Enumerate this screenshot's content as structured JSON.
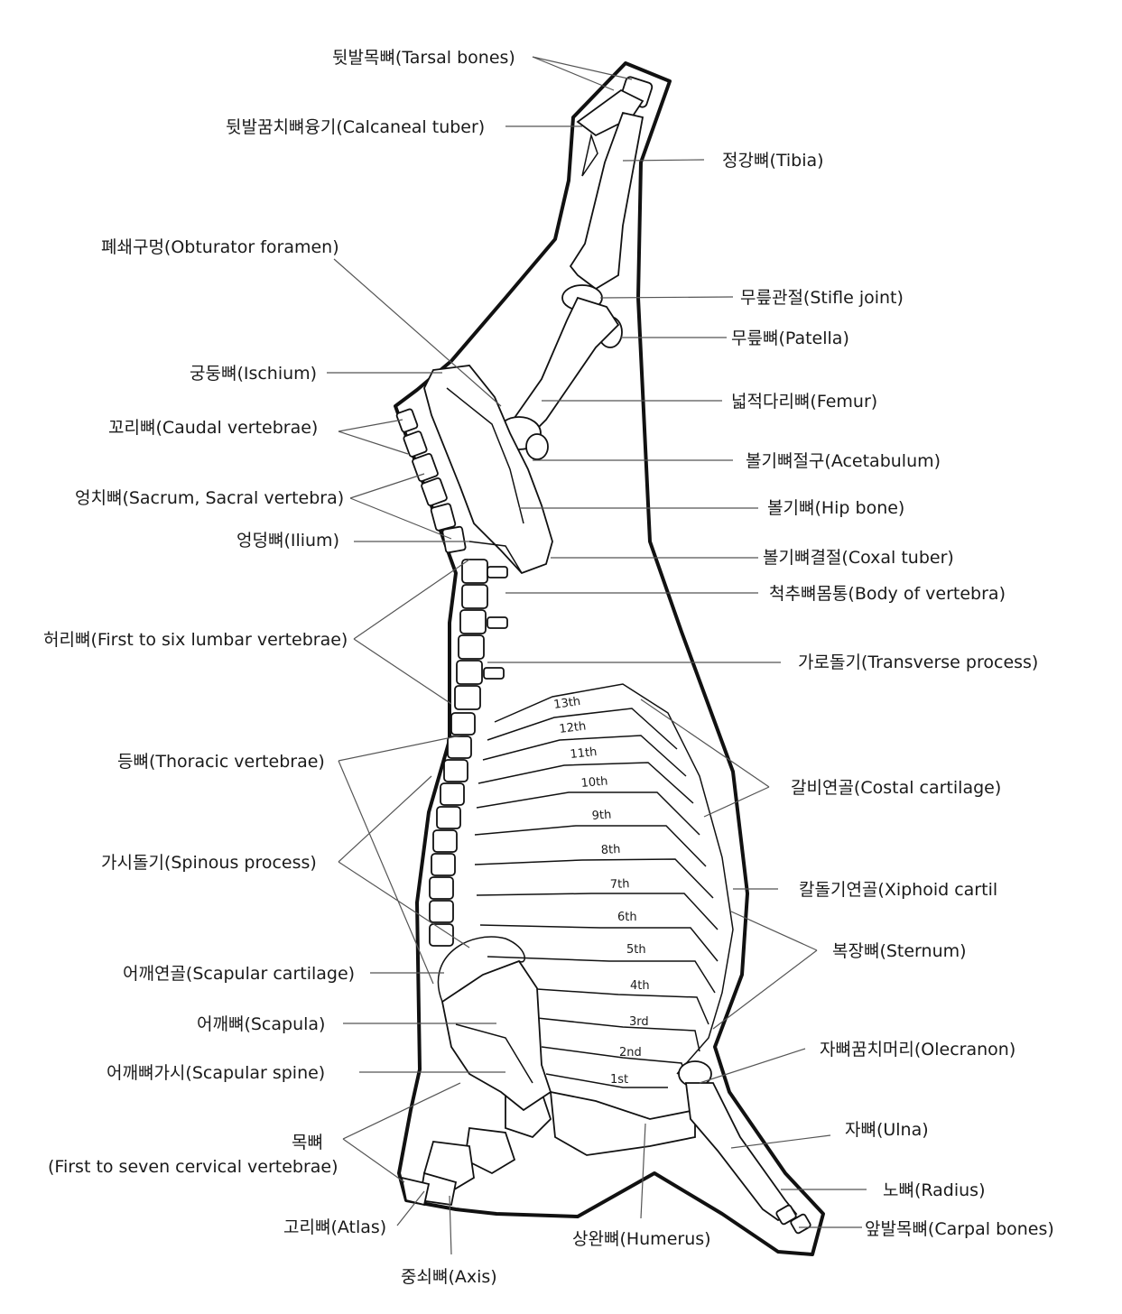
{
  "labels": {
    "tarsal": "뒷발목뼈(Tarsal bones)",
    "calcaneal": "뒷발꿈치뼈융기(Calcaneal tuber)",
    "tibia": "정강뼈(Tibia)",
    "obturator": "폐쇄구멍(Obturator foramen)",
    "stifle": "무릎관절(Stifle joint)",
    "patella": "무릎뼈(Patella)",
    "ischium": "궁둥뼈(Ischium)",
    "femur": "넓적다리뼈(Femur)",
    "caudal": "꼬리뼈(Caudal vertebrae)",
    "acetabulum": "볼기뼈절구(Acetabulum)",
    "sacrum": "엉치뼈(Sacrum, Sacral vertebra)",
    "hipbone": "볼기뼈(Hip bone)",
    "ilium": "엉덩뼈(Ilium)",
    "coxal": "볼기뼈결절(Coxal tuber)",
    "body_vertebra": "척추뼈몸통(Body of vertebra)",
    "lumbar": "허리뼈(First to six lumbar vertebrae)",
    "transverse": "가로돌기(Transverse process)",
    "thoracic": "등뼈(Thoracic vertebrae)",
    "costal": "갈비연골(Costal cartilage)",
    "spinous": "가시돌기(Spinous process)",
    "xiphoid": "칼돌기연골(Xiphoid cartil",
    "sternum": "복장뼈(Sternum)",
    "scap_cart": "어깨연골(Scapular cartilage)",
    "scapula": "어깨뼈(Scapula)",
    "olecranon": "자뼈꿈치머리(Olecranon)",
    "scap_spine": "어깨뼈가시(Scapular spine)",
    "cervical_1": "목뼈",
    "cervical_2": "(First to seven cervical vertebrae)",
    "ulna": "자뼈(Ulna)",
    "radius": "노뼈(Radius)",
    "atlas": "고리뼈(Atlas)",
    "carpal": "앞발목뼈(Carpal bones)",
    "humerus": "상완뼈(Humerus)",
    "axis": "중쇠뼈(Axis)"
  },
  "ribs": [
    "13th",
    "12th",
    "11th",
    "10th",
    "9th",
    "8th",
    "7th",
    "6th",
    "5th",
    "4th",
    "3rd",
    "2nd",
    "1st"
  ]
}
